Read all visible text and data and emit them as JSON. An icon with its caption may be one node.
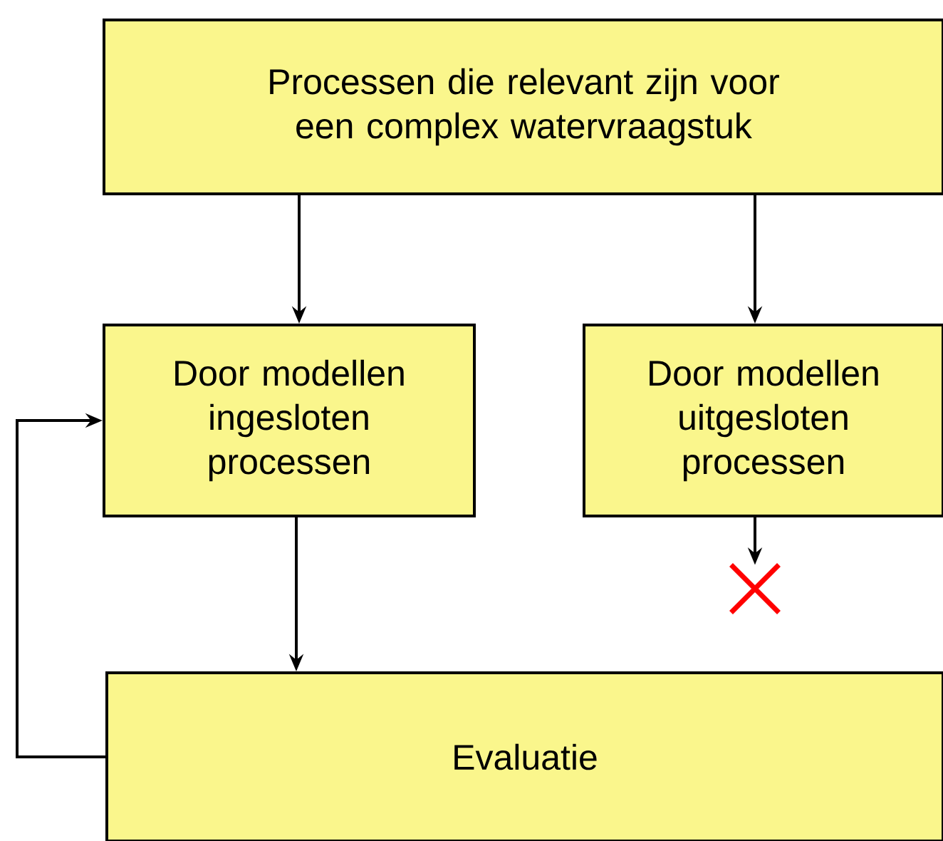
{
  "diagram": {
    "nodes": [
      {
        "text": [
          "Processen die relevant zijn voor een complex watervraagstuk"
        ]
      },
      {
        "text": [
          "Door modellen ingesloten processen"
        ]
      },
      {
        "text": [
          "Door modellen uitgesloten processen"
        ]
      },
      {
        "text": [
          "Evaluatie"
        ]
      },
      {
        "text": [],
        "shape": "cross"
      }
    ],
    "edges": [
      {
        "from": 0,
        "to": 1,
        "arrow": "to"
      },
      {
        "from": 0,
        "to": 2,
        "arrow": "to"
      },
      {
        "from": 1,
        "to": 3,
        "arrow": "to"
      },
      {
        "from": 3,
        "to": 1,
        "arrow": "to"
      },
      {
        "from": 2,
        "to": 4,
        "arrow": "to"
      }
    ]
  }
}
